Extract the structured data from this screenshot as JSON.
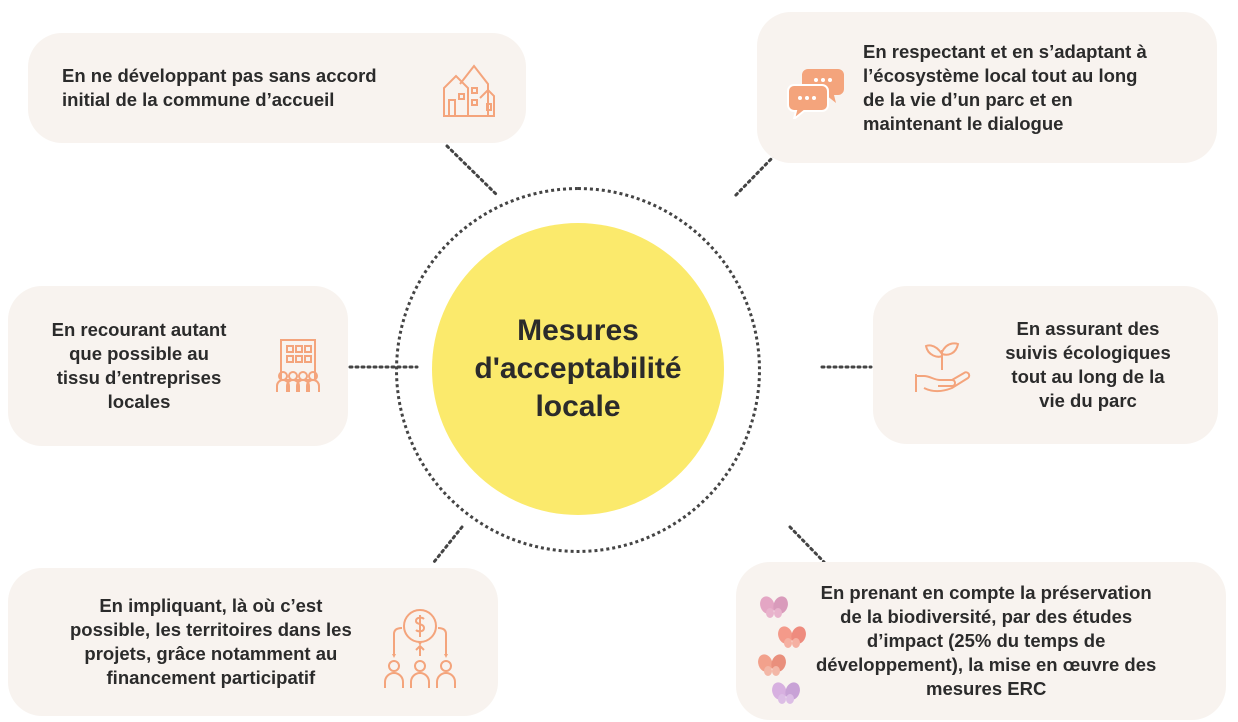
{
  "hub": {
    "title": "Mesures\nd'acceptabilité\nlocale"
  },
  "cards": {
    "top_left": {
      "text": "En ne développant pas sans accord\ninitial de la commune d’accueil",
      "icon": "houses-icon"
    },
    "top_right": {
      "text": "En respectant et en s’adaptant à\nl’écosystème local tout au long\nde la vie d’un parc et en\nmaintenant le dialogue",
      "icon": "chat-bubbles-icon"
    },
    "mid_left": {
      "text": "En recourant autant\nque possible au\ntissu d’entreprises\nlocales",
      "icon": "office-building-icon"
    },
    "mid_right": {
      "text": "En assurant des\nsuivis écologiques\ntout au long de la\nvie du parc",
      "icon": "hand-plant-icon"
    },
    "bottom_left": {
      "text": "En impliquant, là où c’est\npossible, les territoires dans les\nprojets, grâce notamment au\nfinancement participatif",
      "icon": "crowdfunding-icon"
    },
    "bottom_right": {
      "text": "En prenant en compte la préservation\nde la biodiversité, par des études\nd’impact (25% du temps de\ndéveloppement), la mise en œuvre des\nmesures ERC",
      "icon": "butterflies-icon"
    }
  },
  "colors": {
    "card_bg": "#f8f3ef",
    "hub_fill": "#fbea6c",
    "icon_accent": "#f4a47c",
    "text": "#2b2b2b"
  }
}
